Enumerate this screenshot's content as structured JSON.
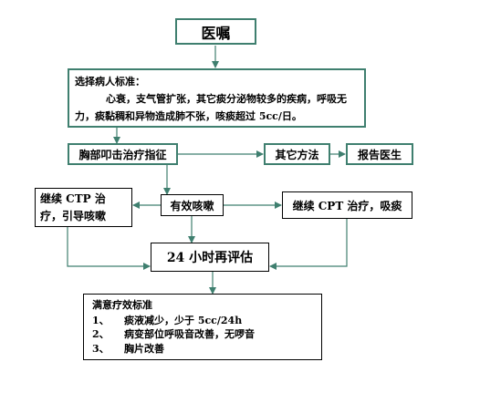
{
  "colors": {
    "box_border_green": "#3f7f6f",
    "box_border_black": "#000000",
    "connector": "#3f7f6f"
  },
  "doctor_order": "医嘱",
  "selection": {
    "title": "选择病人标准：",
    "line1": "心衰，支气管扩张，其它痰分泌物较多的疾病，呼吸无",
    "line2": "力，痰黏稠和异物造成肺不张，咳痰超过 5cc/日。"
  },
  "indication": "胸部叩击治疗指征",
  "other_methods": "其它方法",
  "report_doctor": "报告医生",
  "continue_ctp": {
    "line1": "继续 CTP 治",
    "line2": "疗，引导咳嗽"
  },
  "effective_cough": "有效咳嗽",
  "continue_cpt": "继续 CPT 治疗，吸痰",
  "reassess": "24 小时再评估",
  "criteria": {
    "title": "满意疗效标准",
    "items": [
      {
        "num": "1、",
        "text": "痰液减少，少于 5cc/24h"
      },
      {
        "num": "2、",
        "text": "病变部位呼吸音改善，无啰音"
      },
      {
        "num": "3、",
        "text": "胸片改善"
      }
    ]
  }
}
